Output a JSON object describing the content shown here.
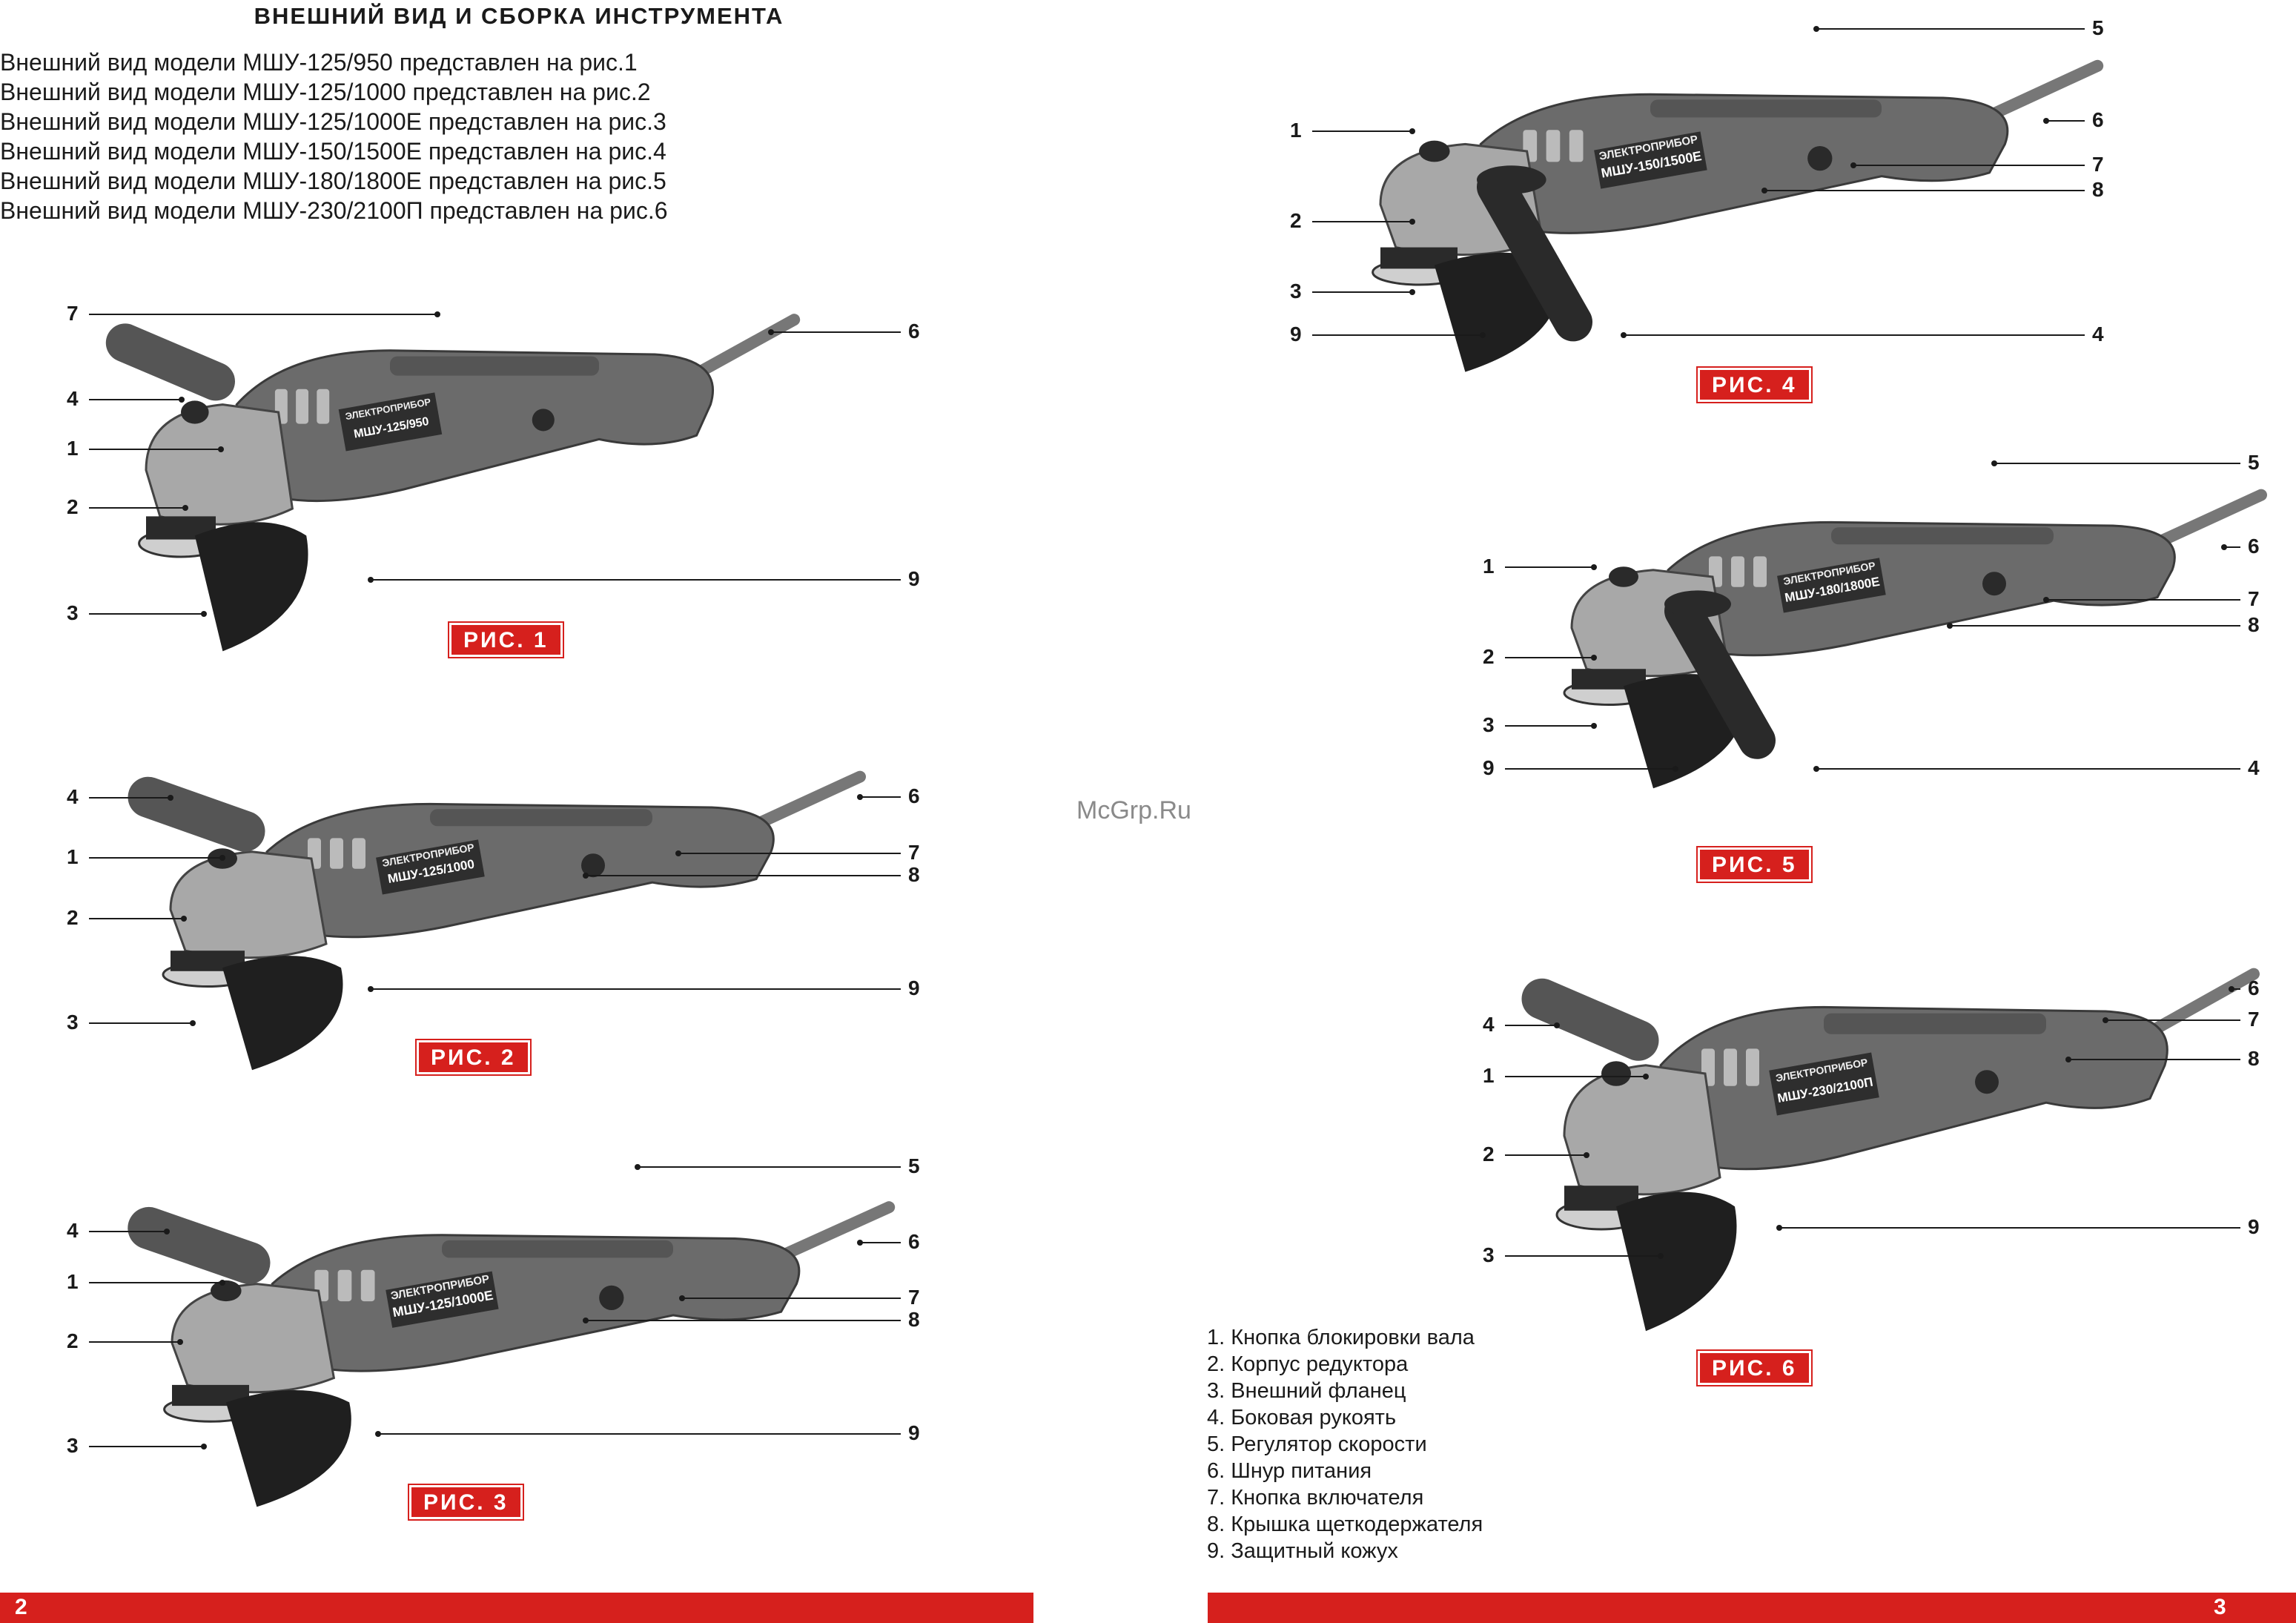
{
  "header": {
    "title": "Внешний вид и сборка инструмента"
  },
  "intro_lines": [
    "Внешний вид модели МШУ-125/950 представлен на рис.1",
    "Внешний вид модели МШУ-125/1000 представлен на рис.2",
    "Внешний вид модели МШУ-125/1000Е представлен на рис.3",
    "Внешний вид модели МШУ-150/1500Е представлен на рис.4",
    "Внешний вид модели МШУ-180/1800Е представлен на рис.5",
    "Внешний вид модели МШУ-230/2100П представлен на рис.6"
  ],
  "figures": [
    {
      "label": "рис. 1",
      "model": "МШУ-125/950",
      "brand": "ЭЛЕКТРОПРИБОР",
      "callouts": [
        "7",
        "4",
        "1",
        "2",
        "3",
        "6",
        "9"
      ]
    },
    {
      "label": "рис. 2",
      "model": "МШУ-125/1000",
      "brand": "ЭЛЕКТРОПРИБОР",
      "callouts": [
        "4",
        "1",
        "2",
        "3",
        "6",
        "7",
        "8",
        "9"
      ]
    },
    {
      "label": "рис. 3",
      "model": "МШУ-125/1000Е",
      "brand": "ЭЛЕКТРОПРИБОР",
      "callouts": [
        "4",
        "1",
        "2",
        "3",
        "5",
        "6",
        "7",
        "8",
        "9"
      ]
    },
    {
      "label": "рис. 4",
      "model": "МШУ-150/1500Е",
      "brand": "ЭЛЕКТРОПРИБОР",
      "callouts": [
        "1",
        "2",
        "3",
        "9",
        "5",
        "6",
        "7",
        "8",
        "4"
      ]
    },
    {
      "label": "рис. 5",
      "model": "МШУ-180/1800Е",
      "brand": "ЭЛЕКТРОПРИБОР",
      "callouts": [
        "1",
        "2",
        "3",
        "9",
        "5",
        "6",
        "7",
        "8",
        "4"
      ]
    },
    {
      "label": "рис. 6",
      "model": "МШУ-230/2100П",
      "brand": "ЭЛЕКТРОПРИБОР",
      "callouts": [
        "4",
        "1",
        "2",
        "3",
        "6",
        "7",
        "8",
        "9"
      ]
    }
  ],
  "legend": [
    "1. Кнопка блокировки вала",
    "2. Корпус редуктора",
    "3. Внешний фланец",
    "4. Боковая рукоять",
    "5. Регулятор скорости",
    "6. Шнур питания",
    "7. Кнопка включателя",
    "8. Крышка щеткодержателя",
    "9. Защитный кожух"
  ],
  "watermark": "McGrp.Ru",
  "pages": {
    "left": "2",
    "right": "3"
  },
  "colors": {
    "accent_red": "#d6201d",
    "tool_body": "#6b6b6b",
    "tool_dark": "#2a2a2a"
  }
}
